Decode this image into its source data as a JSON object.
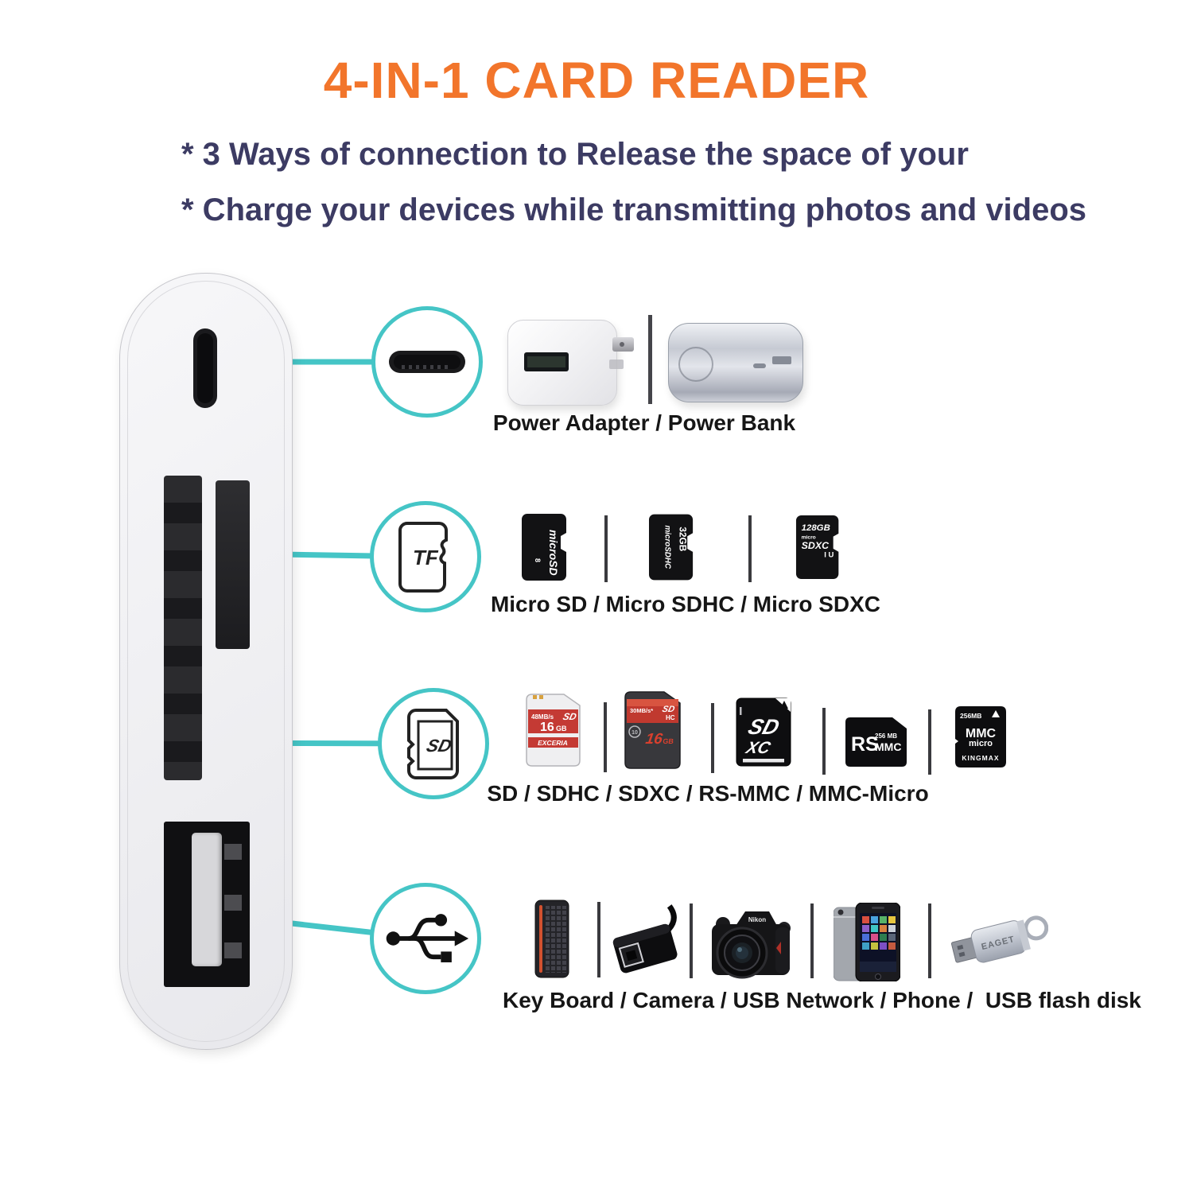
{
  "colors": {
    "accent_orange": "#F2752B",
    "headline_navy": "#3C3B63",
    "callout_teal": "#45C5C6",
    "label_black": "#161616"
  },
  "header": {
    "title": "4-IN-1 CARD READER",
    "bullet1": "* 3 Ways of connection to Release the space of your",
    "bullet2": "* Charge your devices while transmitting photos and videos"
  },
  "device": {
    "ports": [
      "lightning-port",
      "micro-sd-slot",
      "sd-slot",
      "usb-a-port"
    ]
  },
  "rows": [
    {
      "id": "power",
      "icon": "lightning-connector-icon",
      "label": "Power Adapter / Power Bank"
    },
    {
      "id": "tf",
      "icon": "tf-card-icon",
      "icon_text": "TF",
      "label": "Micro SD / Micro SDHC / Micro SDXC"
    },
    {
      "id": "sd",
      "icon": "sd-card-icon",
      "icon_text": "SD",
      "label": "SD / SDHC / SDXC / RS-MMC / MMC-Micro"
    },
    {
      "id": "usb",
      "icon": "usb-trident-icon",
      "label": "Key Board / Camera / USB Network / Phone /  USB flash disk"
    }
  ],
  "cards": {
    "micro_sd": {
      "brand": "microSD",
      "capacity": "8"
    },
    "micro_sdhc": {
      "capacity": "32GB",
      "brand": "microSDHC"
    },
    "micro_sdxc": {
      "capacity": "128GB",
      "line1": "micro",
      "line2": "SDXC",
      "speed": "I U"
    },
    "sd_exceria": {
      "speed": "48MB/s",
      "logo": "SD",
      "cap_num": "16",
      "cap_unit": "GB",
      "brand": "EXCERIA"
    },
    "sdhc": {
      "speed": "30MB/s*",
      "logo_top": "SD",
      "logo_bottom": "HC",
      "class": "10",
      "cap_num": "16",
      "cap_unit": "GB"
    },
    "sdxc": {
      "logo_top": "SD",
      "logo_bottom": "XC"
    },
    "rs_mmc": {
      "prefix": "RS",
      "capacity": "256 MB",
      "suffix": "MMC"
    },
    "mmc_micro": {
      "capacity": "256MB",
      "line1": "MMC",
      "line2": "micro",
      "brand": "KINGMAX"
    }
  },
  "photos": {
    "camera_brand": "Nikon",
    "usb_stick_brand": "EAGET"
  }
}
